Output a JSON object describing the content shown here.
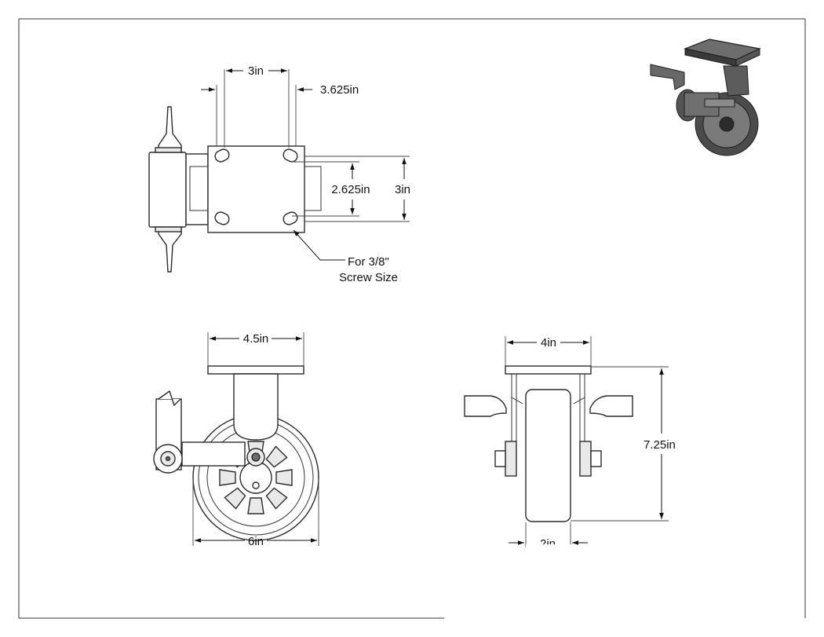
{
  "dimensions": {
    "top_bolt_spacing_x": "3in",
    "top_plate_length": "3.625in",
    "top_bolt_spacing_y": "2.625in",
    "top_plate_width": "3in",
    "screw_note_line1": "For 3/8\"",
    "screw_note_line2": "Screw Size",
    "side_plate_width": "4.5in",
    "side_wheel_diameter": "6in",
    "front_plate_width": "4in",
    "front_overall_height": "7.25in",
    "front_wheel_width": "2in"
  }
}
